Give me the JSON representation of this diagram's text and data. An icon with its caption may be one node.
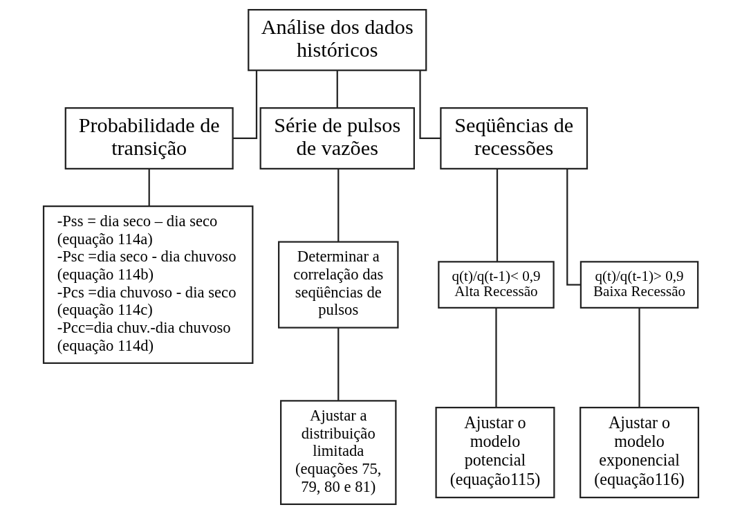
{
  "diagram": {
    "nodes": [
      {
        "text": [
          "Análise dos dados históricos"
        ]
      },
      {
        "text": [
          "Probabilidade de transição"
        ]
      },
      {
        "text": [
          "Série de pulsos de vazões"
        ]
      },
      {
        "text": [
          "Seqüências de recessões"
        ]
      },
      {
        "text": [
          "-Pss = dia seco – dia seco (equação 114a)",
          "-Psc =dia seco - dia chuvoso (equação 114b)",
          "-Pcs =dia chuvoso - dia seco (equação 114c)",
          "-Pcc=dia chuv.-dia chuvoso (equação 114d)"
        ]
      },
      {
        "text": [
          "Determinar a correlação das seqüências de pulsos"
        ]
      },
      {
        "text": [
          "Ajustar a distribuição limitada (equações 75, 79, 80 e 81)"
        ]
      },
      {
        "text": [
          "q(t)/q(t-1)< 0,9",
          "Alta Recessão"
        ]
      },
      {
        "text": [
          "q(t)/q(t-1)> 0,9",
          "Baixa Recessão"
        ]
      },
      {
        "text": [
          "Ajustar o modelo potencial (equação115)"
        ]
      },
      {
        "text": [
          "Ajustar o modelo exponencial (equação116)"
        ]
      }
    ],
    "edges": [
      {
        "from": 0,
        "to": 1,
        "arrow": "none"
      },
      {
        "from": 0,
        "to": 2,
        "arrow": "none"
      },
      {
        "from": 0,
        "to": 3,
        "arrow": "none"
      },
      {
        "from": 1,
        "to": 4,
        "arrow": "none"
      },
      {
        "from": 2,
        "to": 5,
        "arrow": "none"
      },
      {
        "from": 5,
        "to": 6,
        "arrow": "none"
      },
      {
        "from": 3,
        "to": 7,
        "arrow": "none"
      },
      {
        "from": 3,
        "to": 8,
        "arrow": "none"
      },
      {
        "from": 7,
        "to": 9,
        "arrow": "none"
      },
      {
        "from": 8,
        "to": 10,
        "arrow": "none"
      }
    ]
  }
}
